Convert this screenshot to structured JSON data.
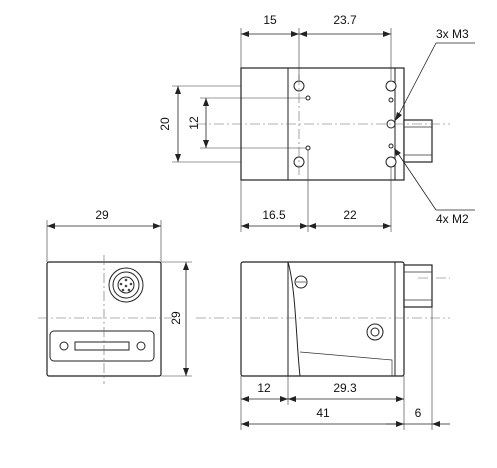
{
  "dimensions": {
    "top_width_a": "15",
    "top_width_b": "23.7",
    "left_height_outer": "20",
    "left_height_inner": "12",
    "bottom_a": "16.5",
    "bottom_b": "22",
    "front_width": "29",
    "front_height": "29",
    "side_a": "12",
    "side_b": "29.3",
    "side_total": "41",
    "connector": "6"
  },
  "callouts": {
    "m3": "3x M3",
    "m2": "4x M2"
  }
}
